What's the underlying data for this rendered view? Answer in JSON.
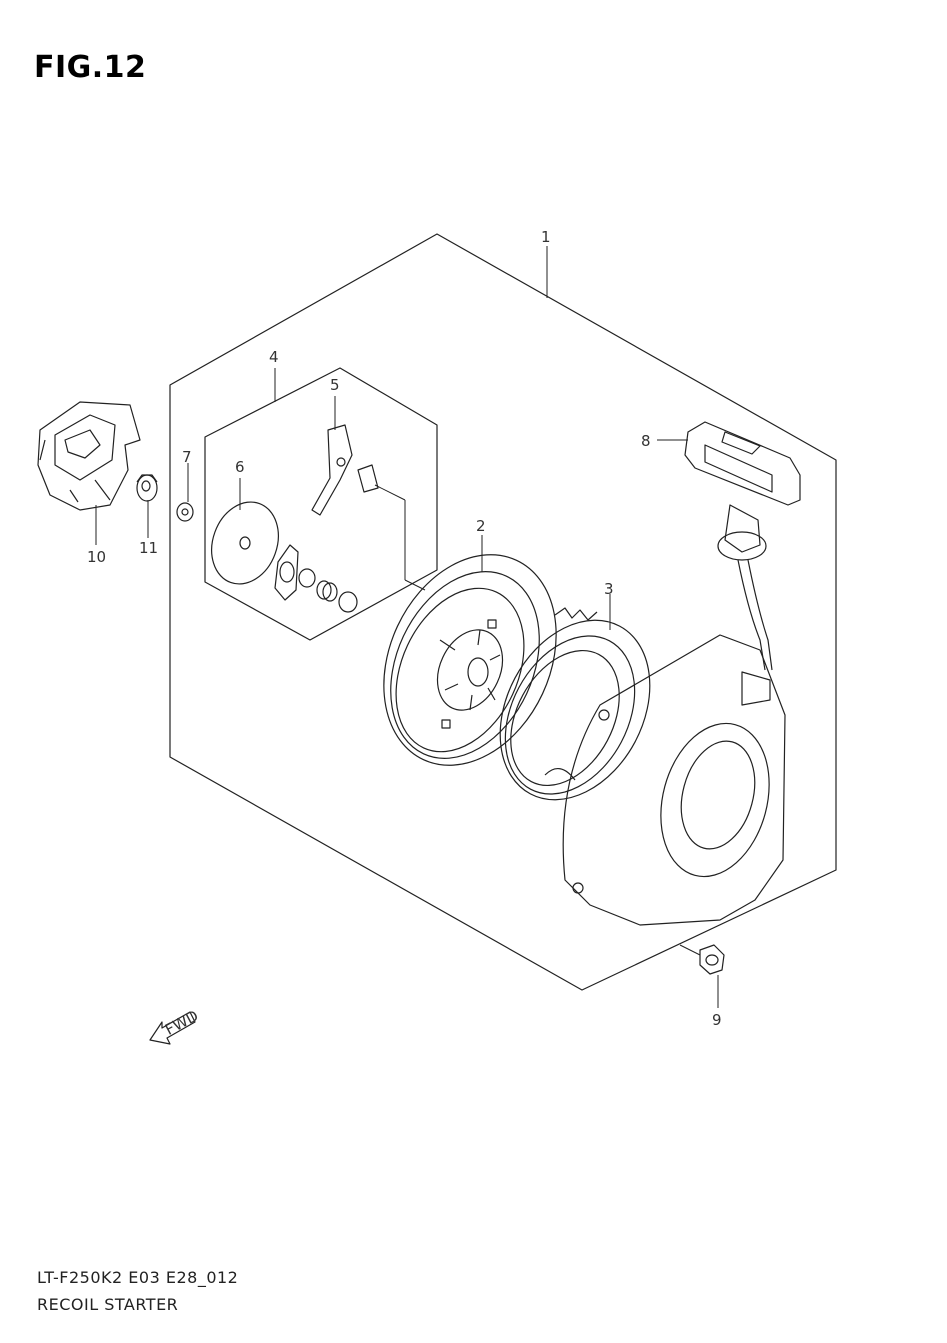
{
  "figure_title": "FIG.12",
  "footer": {
    "model_code": "LT-F250K2 E03 E28_012",
    "assembly_name": "RECOIL STARTER"
  },
  "fwd_label": "FWD",
  "callouts": [
    {
      "id": "1",
      "label": "1"
    },
    {
      "id": "2",
      "label": "2"
    },
    {
      "id": "3",
      "label": "3"
    },
    {
      "id": "4",
      "label": "4"
    },
    {
      "id": "5",
      "label": "5"
    },
    {
      "id": "6",
      "label": "6"
    },
    {
      "id": "7",
      "label": "7"
    },
    {
      "id": "8",
      "label": "8"
    },
    {
      "id": "9",
      "label": "9"
    },
    {
      "id": "10",
      "label": "10"
    },
    {
      "id": "11",
      "label": "11"
    }
  ]
}
